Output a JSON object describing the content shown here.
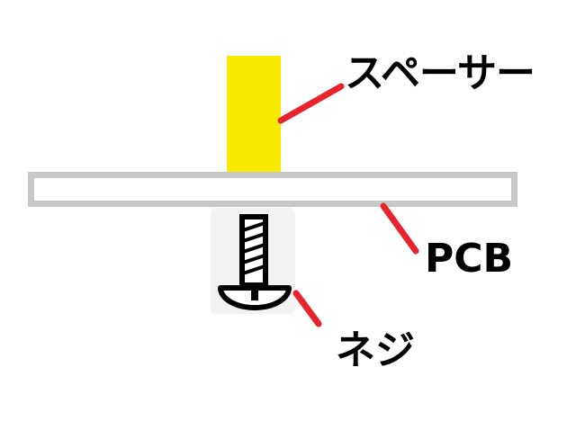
{
  "labels": {
    "spacer": "スペーサー",
    "pcb": "PCB",
    "screw": "ネジ"
  },
  "colors": {
    "spacer_fill": "#f7ea00",
    "pcb_outline": "#c8c8c8",
    "pcb_fill": "#ffffff",
    "leader_line": "#e8232b",
    "screw_outline": "#000000",
    "screw_shadow": "#f2f2f2"
  },
  "icons": {
    "spacer": "spacer-block",
    "pcb": "pcb-board",
    "screw": "screw-icon"
  }
}
